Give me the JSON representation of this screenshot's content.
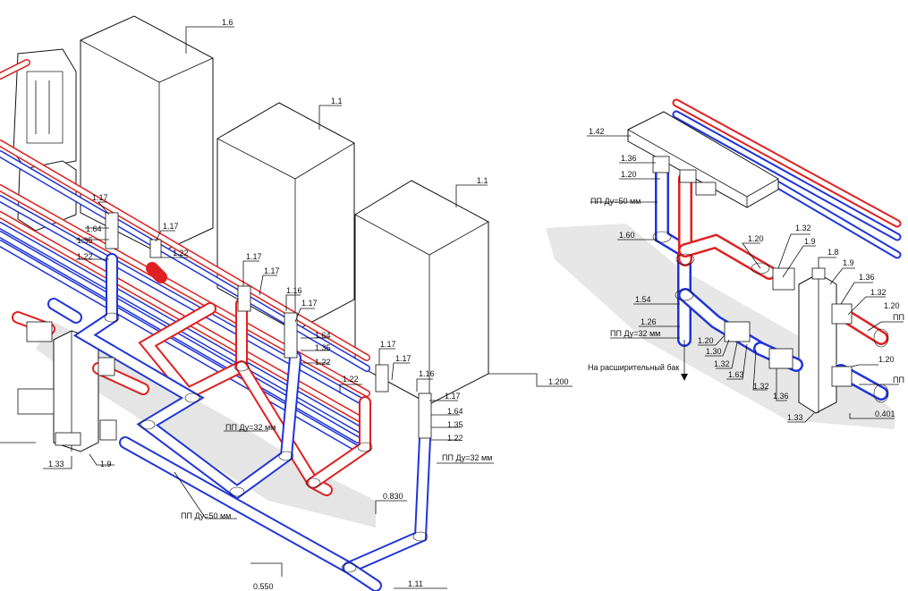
{
  "colors": {
    "supply": "#e02020",
    "return": "#2035d8",
    "line": "#111111",
    "shadow": "#cfcfcf"
  },
  "labels": {
    "boiler_a": "1.6",
    "boiler_b": "1.1",
    "boiler_c": "1.1",
    "valve_a1": "1.17",
    "valve_a2": "1.64",
    "valve_a3": "1.35",
    "valve_a4": "1.22",
    "valve_a5": "1.17",
    "valve_a6": "1.22",
    "valve_b1": "1.17",
    "valve_b2": "1.17",
    "valve_b3": "1.16",
    "valve_b4": "1.17",
    "valve_b5": "1.64",
    "valve_b6": "1.35",
    "valve_b7": "1.22",
    "valve_b8": "1.22",
    "valve_c1": "1.17",
    "valve_c2": "1.17",
    "valve_c3": "1.16",
    "valve_c4": "1.17",
    "valve_c5": "1.64",
    "valve_c6": "1.35",
    "valve_c7": "1.22",
    "elev_1200": "1.200",
    "elev_0830": "0.830",
    "elev_0550": "0.550",
    "elev_0401": "0.401",
    "pipe_pp32_a": "ПП Ду=32 мм",
    "pipe_pp32_b": "ПП Ду=32 мм",
    "pipe_pp50": "ПП Ду=50 мм",
    "pipe_pp32_right": "ПП Ду=32 мм",
    "pipe_pp50_right": "ПП Ду=50 мм",
    "left_133": "1.33",
    "left_19": "1.9",
    "bottom_111": "1.11",
    "r_142": "1.42",
    "r_136": "1.36",
    "r_120a": "1.20",
    "r_160": "1.60",
    "r_154": "1.54",
    "r_126": "1.26",
    "r_tank": "На расширительный бак",
    "r_120b": "1.20",
    "r_132a": "1.32",
    "r_19a": "1.9",
    "r_18": "1.8",
    "r_19b": "1.9",
    "r_136b": "1.36",
    "r_132b": "1.32",
    "r_120c": "1.20",
    "r_pp": "ПП",
    "r_120d": "1.20",
    "r_130": "1.30",
    "r_132c": "1.32",
    "r_163": "1.63",
    "r_132d": "1.32",
    "r_136c": "1.36",
    "r_120e": "1.20",
    "r_pp2": "ПП",
    "r_133": "1.33"
  }
}
